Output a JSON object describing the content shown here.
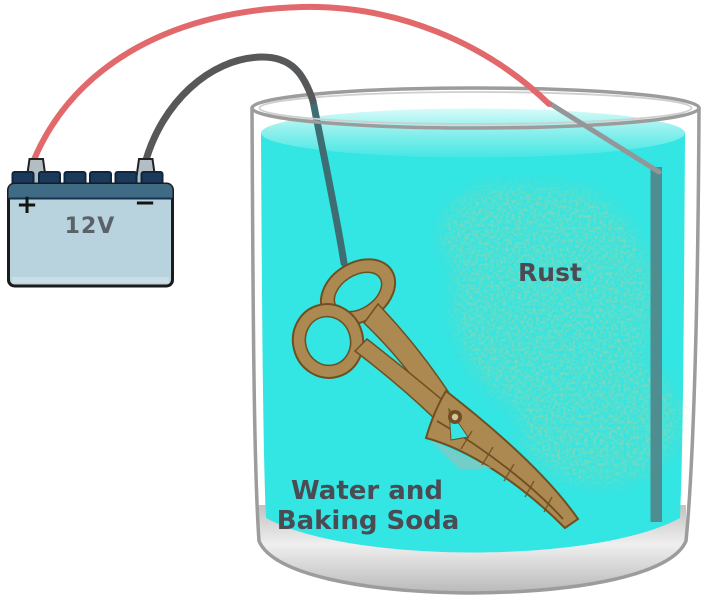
{
  "battery": {
    "voltage_label": "12V",
    "plus_label": "+",
    "minus_label": "−"
  },
  "beaker": {
    "rust_label": "Rust",
    "solution_label": [
      "Water and",
      "Baking Soda"
    ]
  },
  "colors": {
    "liquid": "#33E5E3",
    "glass": "#9C9C9C",
    "wire_red": "#E2696B",
    "wire_dark": "#57585A",
    "wire_submerged": "#3E6E74",
    "rod": "#949799",
    "electrode": "#4E8D90",
    "battery_body": "#B8D3DD",
    "battery_top": "#3F6B85",
    "battery_cells": "#1A3A5C",
    "battery_posts": "#B3BDC4",
    "scissors_metal": "#AB8950",
    "scissors_outline": "#6F4F22",
    "rust_speckle": "#8F9A47",
    "label_text": "#4B4B54",
    "battery_text": "#5A6168",
    "terminal_text": "#141414"
  }
}
